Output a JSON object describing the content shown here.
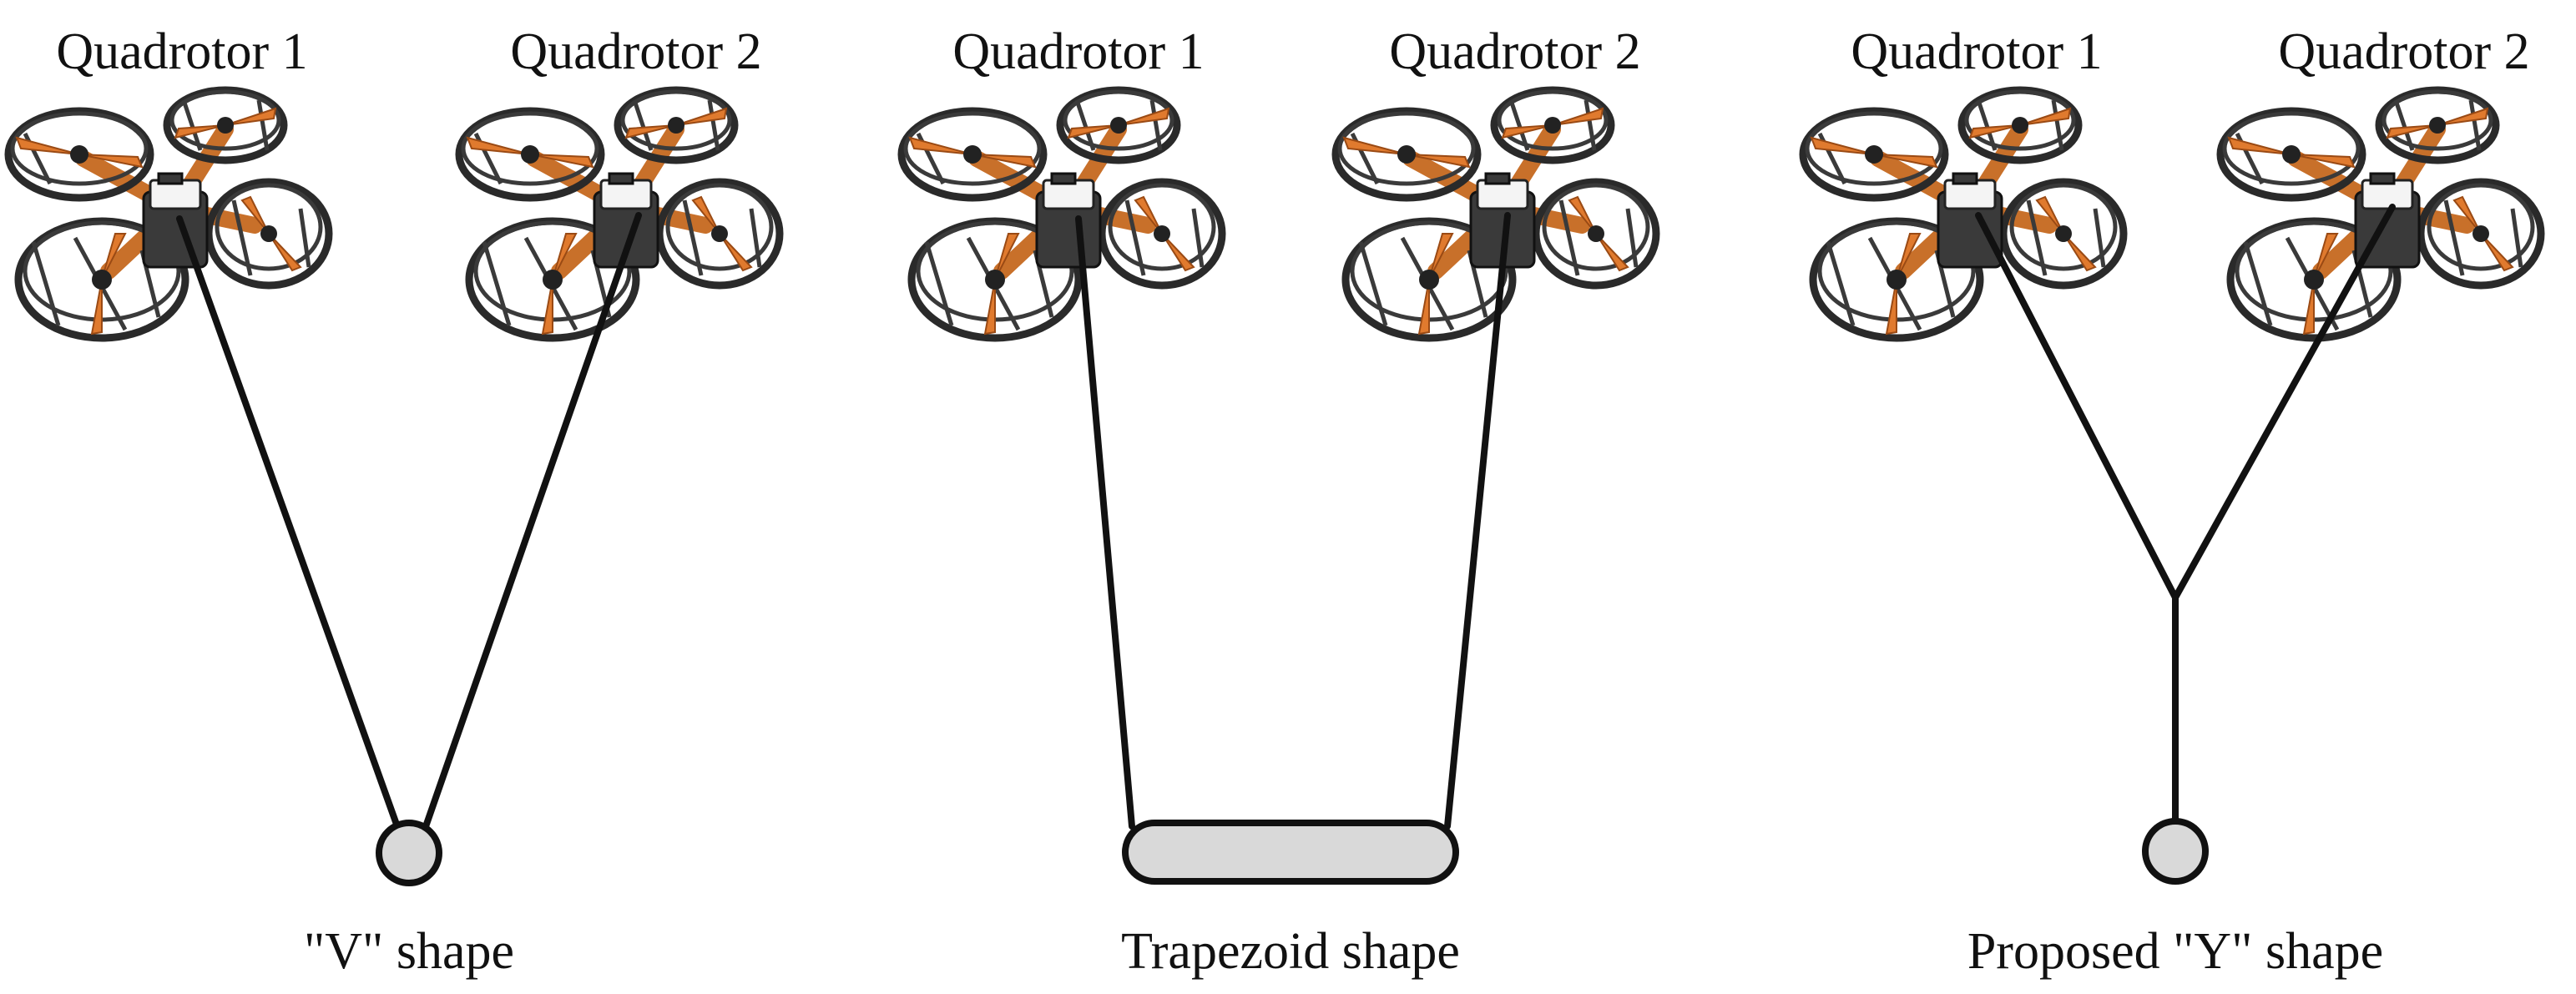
{
  "panels": [
    {
      "quadrotor_1_label": "Quadrotor 1",
      "quadrotor_2_label": "Quadrotor 2",
      "caption": "\"V\" shape"
    },
    {
      "quadrotor_1_label": "Quadrotor 1",
      "quadrotor_2_label": "Quadrotor 2",
      "caption": "Trapezoid shape"
    },
    {
      "quadrotor_1_label": "Quadrotor 1",
      "quadrotor_2_label": "Quadrotor 2",
      "caption": "Proposed \"Y\" shape"
    }
  ],
  "colors": {
    "cable": "#111111",
    "payload_fill": "#d9d9d9",
    "propeller": "#e07a2e",
    "arm": "#c8702a",
    "cage": "#2a2a2a"
  }
}
